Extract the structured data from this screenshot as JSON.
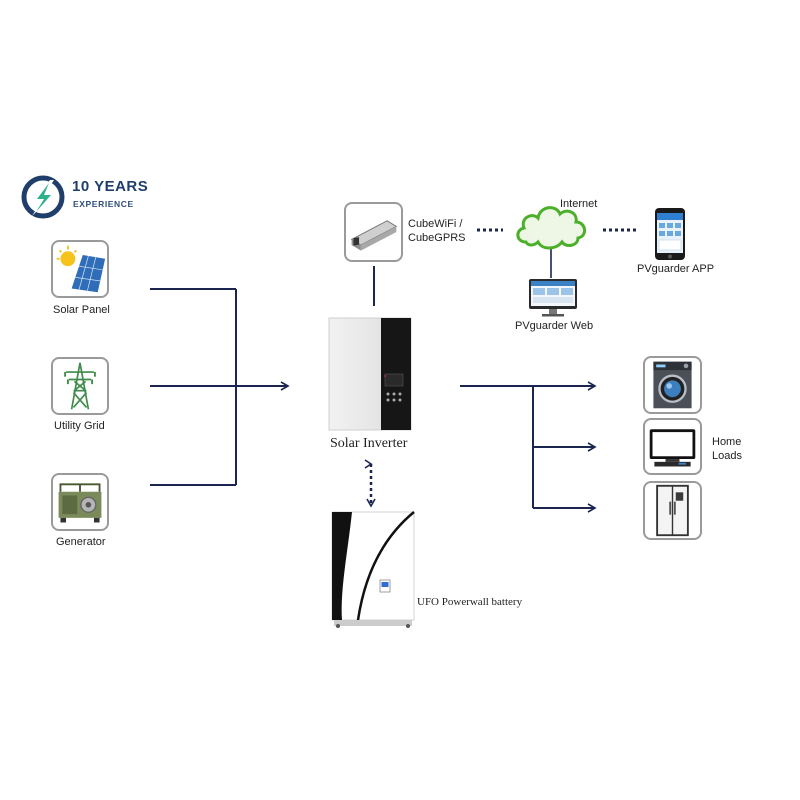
{
  "colors": {
    "line": "#1b2550",
    "logo_blue": "#1f3f6a",
    "logo_green": "#2db08c",
    "cloud": "#4caf2a"
  },
  "logo": {
    "years": "10 YEARS",
    "experience": "EXPERIENCE",
    "icon": "lightning-bolt-circle-icon"
  },
  "sources": {
    "solar_panel": "Solar Panel",
    "utility_grid": "Utility Grid",
    "generator": "Generator"
  },
  "comm": {
    "wifi_line1": "CubeWiFi /",
    "wifi_line2": "CubeGPRS",
    "internet": "Internet",
    "app": "PVguarder APP",
    "web": "PVguarder Web"
  },
  "inverter": {
    "label": "Solar Inverter"
  },
  "battery": {
    "label": "UFO Powerwall battery"
  },
  "loads": {
    "line1": "Home",
    "line2": "Loads"
  }
}
